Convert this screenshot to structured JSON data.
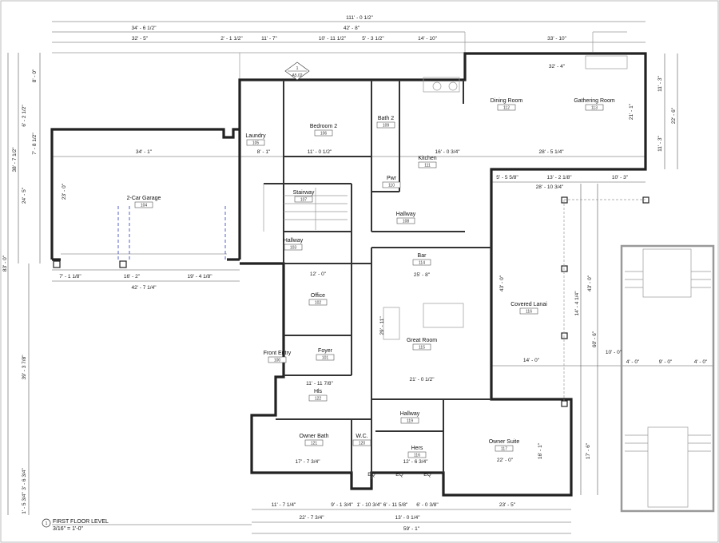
{
  "drawing": {
    "title": "FIRST FLOOR LEVEL",
    "scale": "3/16\" = 1'-0\"",
    "view_number": "1",
    "section_callout": {
      "number": "1",
      "sheet": "A5.02"
    },
    "eq_labels": [
      "EQ",
      "EQ",
      "EQ"
    ],
    "wall_color": "#222222",
    "garage_door_marks_color": "#5560c8"
  },
  "rooms": [
    {
      "name": "Laundry",
      "number": "105"
    },
    {
      "name": "Bedroom 2",
      "number": "106"
    },
    {
      "name": "Bath 2",
      "number": "109"
    },
    {
      "name": "Kitchen",
      "number": "111"
    },
    {
      "name": "Pwr",
      "number": "110"
    },
    {
      "name": "Stairway",
      "number": "107"
    },
    {
      "name": "Hallway",
      "number": "108"
    },
    {
      "name": "Hallway",
      "number": "103"
    },
    {
      "name": "Bar",
      "number": "114"
    },
    {
      "name": "Office",
      "number": "102"
    },
    {
      "name": "Great Room",
      "number": "115"
    },
    {
      "name": "Front Entry",
      "number": "100"
    },
    {
      "name": "Foyer",
      "number": "101"
    },
    {
      "name": "Hls",
      "number": "122"
    },
    {
      "name": "Owner Bath",
      "number": "121"
    },
    {
      "name": "W.C.",
      "number": "120"
    },
    {
      "name": "Hers",
      "number": "116"
    },
    {
      "name": "Hallway",
      "number": "119"
    },
    {
      "name": "Owner Suite",
      "number": "117"
    },
    {
      "name": "Dining Room",
      "number": "112"
    },
    {
      "name": "Gathering Room",
      "number": "113"
    },
    {
      "name": "2-Car Garage",
      "number": "104"
    },
    {
      "name": "Covered Lanai",
      "number": "116"
    }
  ],
  "dims": [
    "111' - 0 1/2\"",
    "34' - 6 1/2\"",
    "42' - 8\"",
    "32' - 5\"",
    "2' - 1 1/2\"",
    "11' - 7\"",
    "10' - 11 1/2\"",
    "5' - 3 1/2\"",
    "14' - 10\"",
    "33' - 10\"",
    "32' - 4\"",
    "38' - 7 1/2\"",
    "24' - 5\"",
    "6' - 2 1/2\"",
    "8' - 0\"",
    "7' - 8 1/2\"",
    "83' - 0\"",
    "39' - 3 7/8\"",
    "1' - 5 3/4\"",
    "3' - 6 3/4\"",
    "34' - 1\"",
    "23' - 0\"",
    "7' - 1 1/8\"",
    "16' - 2\"",
    "19' - 4 1/8\"",
    "42' - 7 1/4\"",
    "11' - 7 1/4\"",
    "9' - 1 3/4\"",
    "1' - 10 3/4\"",
    "6' - 11 5/8\"",
    "6' - 0 3/8\"",
    "23' - 5\"",
    "22' - 7 3/4\"",
    "13' - 0 1/4\"",
    "59' - 1\"",
    "11' - 3\"",
    "22' - 6\"",
    "11' - 3\"",
    "21' - 1\"",
    "43' - 0\"",
    "43' - 0\"",
    "14' - 4 1/4\"",
    "60' - 6\"",
    "10' - 0\"",
    "4' - 0\"",
    "9' - 0\"",
    "4' - 0\"",
    "14' - 0\"",
    "17' - 6\"",
    "16' - 1\"",
    "22' - 0\"",
    "28' - 10 3/4\"",
    "13' - 2 1/8\"",
    "10' - 3\"",
    "5' - 5 5/8\"",
    "28' - 5 1/4\"",
    "16' - 0 3/4\"",
    "25' - 8\"",
    "29' - 11\"",
    "21' - 0 1/2\"",
    "12' - 0\"",
    "17' - 7 3/4\"",
    "12' - 6 3/4\"",
    "11' - 11 7/8\"",
    "11' - 0 1/2\"",
    "8' - 1\""
  ]
}
